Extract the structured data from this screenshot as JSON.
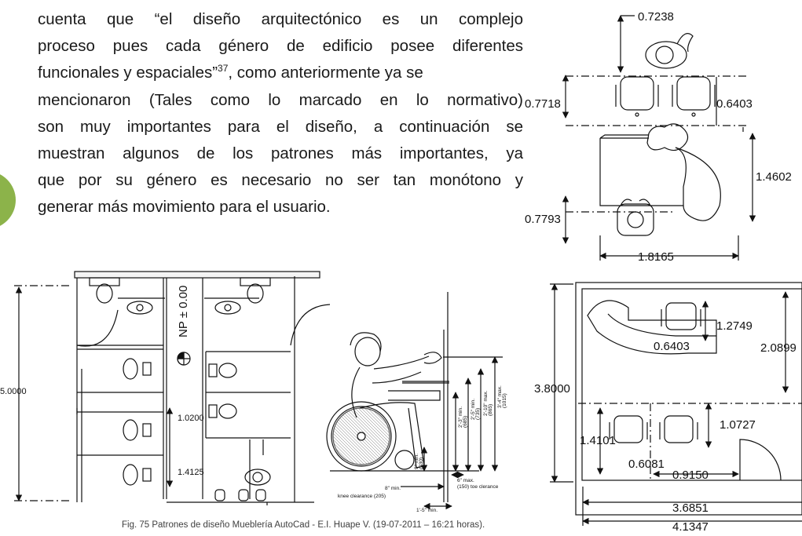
{
  "paragraph": {
    "lines": [
      "cuenta que “el diseño arquitectónico es un complejo",
      "proceso pues cada género de edificio posee diferentes",
      "funcionales y espaciales”",
      ", como anteriormente ya se",
      "mencionaron (Tales como lo marcado en lo normativo)",
      "son muy importantes para el diseño, a continuación se",
      "muestran algunos de los patrones más importantes, ya",
      "que por su género es necesario no ser tan monótono y",
      "generar más movimiento para el usuario."
    ],
    "footnote_ref": "37"
  },
  "drawing_top_right": {
    "dims": [
      "0.7238",
      "0.7718",
      "0.6403",
      "1.4602",
      "0.7793",
      "1.8165"
    ]
  },
  "drawing_bathroom": {
    "dims": [
      "5.0000",
      "1.0200",
      "1.4125"
    ],
    "level": "NP ± 0.00"
  },
  "drawing_wheelchair": {
    "labels": [
      "2'-3\" min.",
      "(685)",
      "2'-5\" min.",
      "(735)",
      "2'-10\" max.",
      "(865)",
      "3'-4\" max.",
      "(1015)",
      "9\" min.",
      "(230)",
      "8\" min.",
      "knee clearance (205)",
      "1'-5\" min.",
      "6\" max.",
      "(150) toe clerance"
    ]
  },
  "drawing_office": {
    "dims": [
      "3.8000",
      "1.2749",
      "2.0899",
      "0.6403",
      "1.0727",
      "1.4101",
      "0.6081",
      "0.9150",
      "3.6851",
      "4.1347"
    ]
  },
  "caption": "Fig. 75 Patrones de diseño Mueblería AutoCad - E.I. Huape V. (19-07-2011 – 16:21 horas)."
}
